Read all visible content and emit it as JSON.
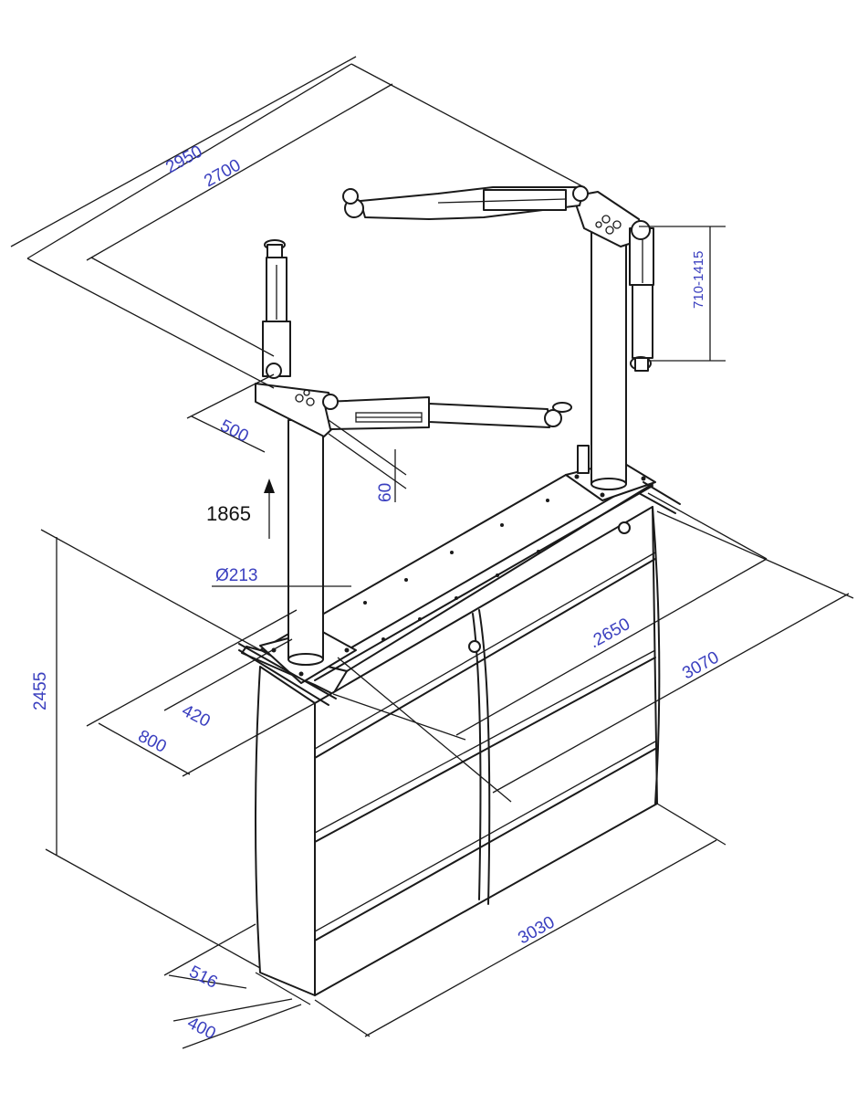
{
  "diagram": {
    "dimensions": {
      "overall_length_outer": "2950",
      "overall_length_inner": "2700",
      "arm_height_range": "710-1415",
      "arm_reach": "500",
      "arm_pad_height": "60",
      "lift_height": "1865",
      "column_diameter": "Ø213",
      "total_height": "2455",
      "base_offset": "420",
      "base_width": "800",
      "inner_width": ".2650",
      "outer_width": "3070",
      "housing_length": "3030",
      "depth_outer": "516",
      "depth_inner": "400"
    },
    "colors": {
      "dimension_text": "#3a3fbf",
      "line": "#1a1a1a",
      "background": "#ffffff"
    }
  }
}
